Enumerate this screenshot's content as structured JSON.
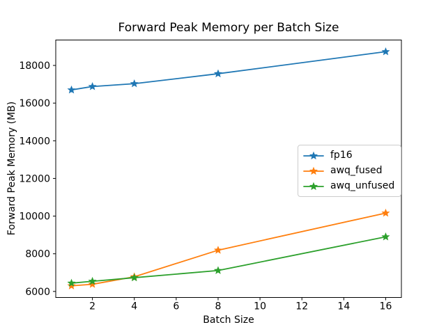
{
  "chart_data": {
    "type": "line",
    "title": "Forward Peak Memory per Batch Size",
    "xlabel": "Batch Size",
    "ylabel": "Forward Peak Memory (MB)",
    "x": [
      1,
      2,
      4,
      8,
      16
    ],
    "series": [
      {
        "name": "fp16",
        "color": "#1f77b4",
        "values": [
          16700,
          16880,
          17030,
          17560,
          18730
        ]
      },
      {
        "name": "awq_fused",
        "color": "#ff7f0e",
        "values": [
          6300,
          6380,
          6780,
          8190,
          10160
        ]
      },
      {
        "name": "awq_unfused",
        "color": "#2ca02c",
        "values": [
          6440,
          6540,
          6730,
          7110,
          8900
        ]
      }
    ],
    "marker": "star",
    "grid": false,
    "legend_position": "center-right",
    "xticks": [
      2,
      4,
      6,
      8,
      10,
      12,
      14,
      16
    ],
    "yticks": [
      6000,
      8000,
      10000,
      12000,
      14000,
      16000,
      18000
    ],
    "xlim": [
      0.25,
      16.75
    ],
    "ylim": [
      5680,
      19350
    ],
    "axis_color": "#000000",
    "background_color": "#ffffff"
  }
}
